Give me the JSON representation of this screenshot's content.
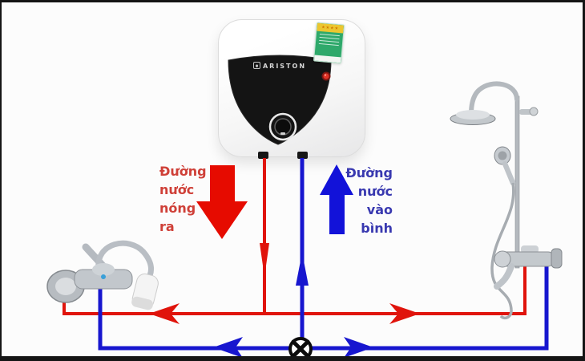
{
  "heater": {
    "brand": "ARISTON",
    "colors": {
      "body": "#f8f8f8",
      "panel": "#141414",
      "indicator": "#d22b1f",
      "energy_label_body": "#2fa96b",
      "energy_label_strip": "#ecc62f"
    }
  },
  "flow_labels": {
    "hot_out": {
      "lines": [
        "Đường",
        "nước",
        "nóng",
        "ra"
      ],
      "text_color": "#cf4038",
      "arrow_color": "#e60b00",
      "arrow_direction": "down"
    },
    "cold_in": {
      "lines": [
        "Đường",
        "nước",
        "vào",
        "bình"
      ],
      "text_color": "#3939b0",
      "arrow_color": "#1212d9",
      "arrow_direction": "up"
    }
  },
  "pipes": {
    "hot_color": "#e0140c",
    "cold_color": "#1716cf",
    "valve_icon": "valve-cross-icon"
  },
  "fixtures": {
    "left": "wall-mounted-faucet",
    "right": "shower-column"
  }
}
